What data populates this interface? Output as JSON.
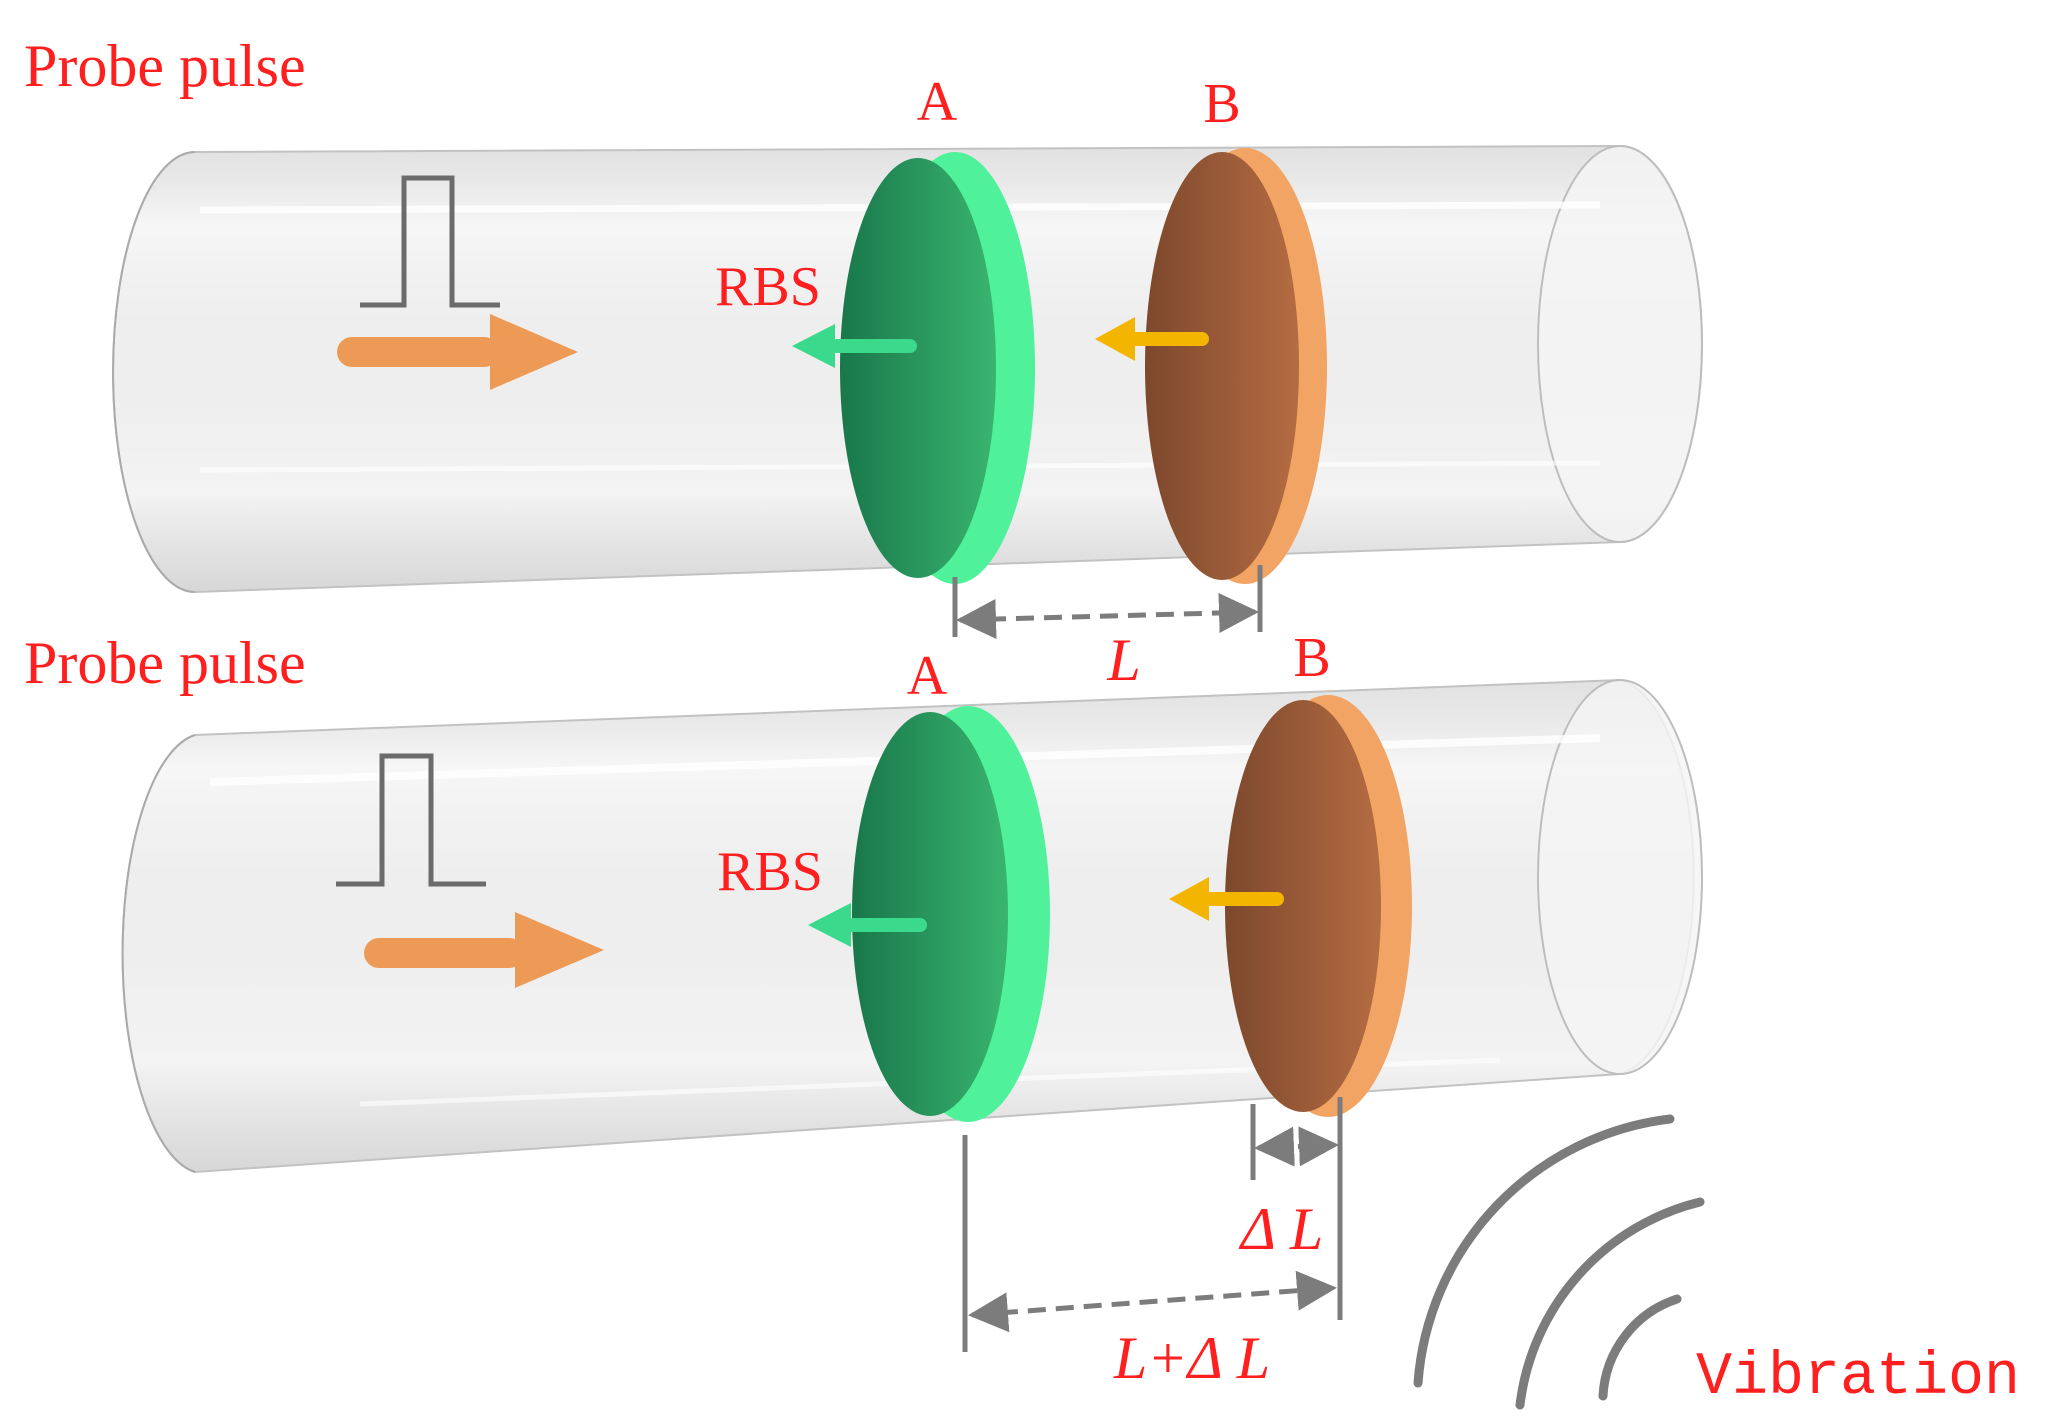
{
  "panels": [
    {
      "title": "Probe pulse",
      "marker_a": "A",
      "marker_b": "B",
      "rbs_label": "RBS"
    },
    {
      "title": "Probe pulse",
      "marker_a": "A",
      "marker_b": "B",
      "rbs_label": "RBS"
    }
  ],
  "dimensions": {
    "l_label": "L",
    "delta_l_label": "Δ L",
    "l_plus_delta_label": "L+Δ L"
  },
  "vibration_label": "Vibration",
  "colors": {
    "label_red": "#ff1f1f",
    "marker_green": "#2fb874",
    "marker_green_edge": "#4ff29a",
    "marker_orange": "#a8643a",
    "marker_orange_edge": "#f1a463",
    "arrow_orange": "#ee9a57",
    "arrow_green": "#3ad98b",
    "arrow_yellow": "#f4b500",
    "tube_gray": "#d7d7d7",
    "guide_gray": "#7c7c7c"
  }
}
